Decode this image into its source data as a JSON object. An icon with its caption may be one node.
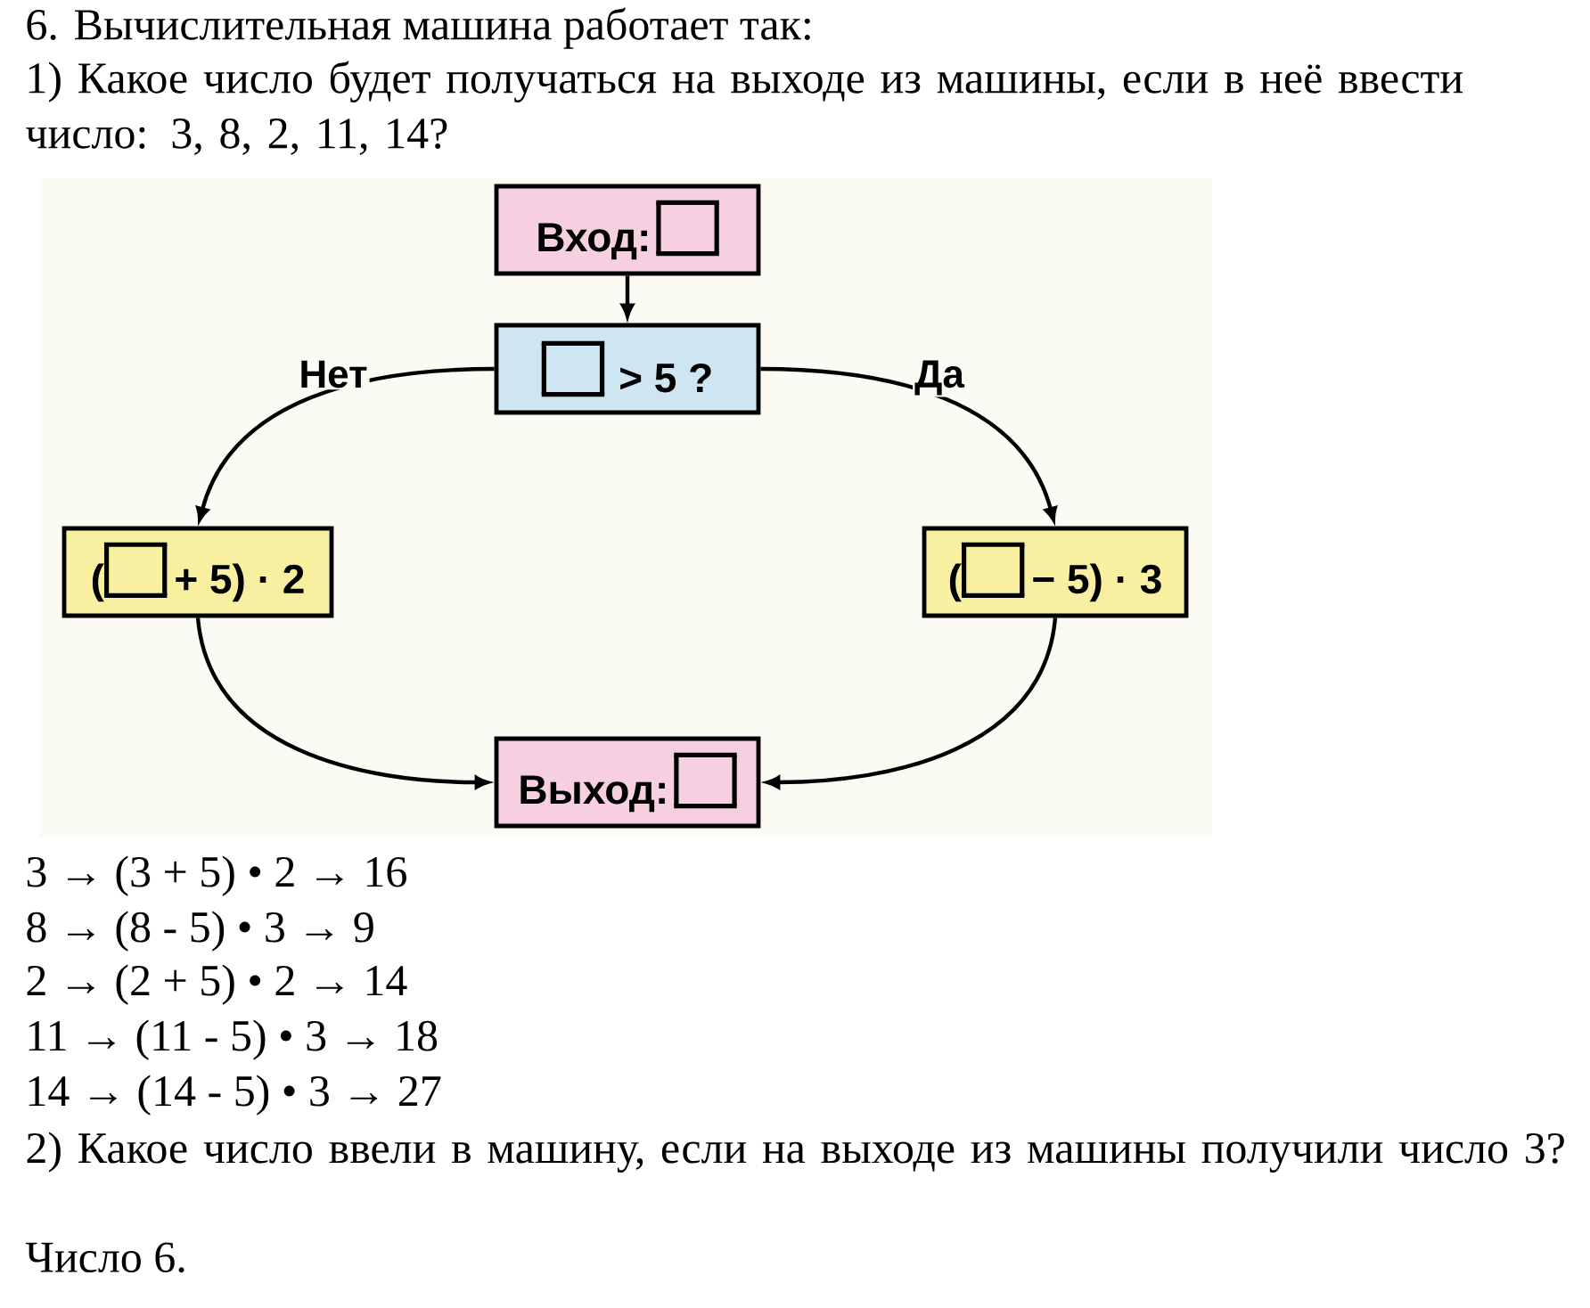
{
  "diagram": {
    "title": "6. Вычислительная машина работает так:",
    "nodes": [
      {
        "text": [
          "Вход:"
        ]
      },
      {
        "text": [
          "> 5 ?"
        ]
      },
      {
        "text": [
          "(",
          "+ 5) · 2"
        ]
      },
      {
        "text": [
          "(",
          "− 5) · 3"
        ]
      },
      {
        "text": [
          "Выход:"
        ]
      }
    ],
    "edges": [
      {
        "from": 0,
        "to": 1,
        "arrow": "to"
      },
      {
        "from": 1,
        "to": 2,
        "arrow": "to",
        "label": "Нет"
      },
      {
        "from": 1,
        "to": 3,
        "arrow": "to",
        "label": "Да"
      },
      {
        "from": 2,
        "to": 4,
        "arrow": "to"
      },
      {
        "from": 3,
        "to": 4,
        "arrow": "to"
      }
    ],
    "labels": [
      "1) Какое число будет получаться на выходе из машины, если в неё ввести число: 3, 8, 2, 11, 14?",
      "3 → (3 + 5) • 2 → 16",
      "8 → (8 - 5) • 3 → 9",
      "2 → (2 + 5) • 2 → 14",
      "11 → (11 - 5) • 3 → 18",
      "14 → (14 - 5) • 3 → 27",
      "2) Какое число ввели в машину, если на выходе из машины получили число 3?",
      "Число 6."
    ]
  }
}
